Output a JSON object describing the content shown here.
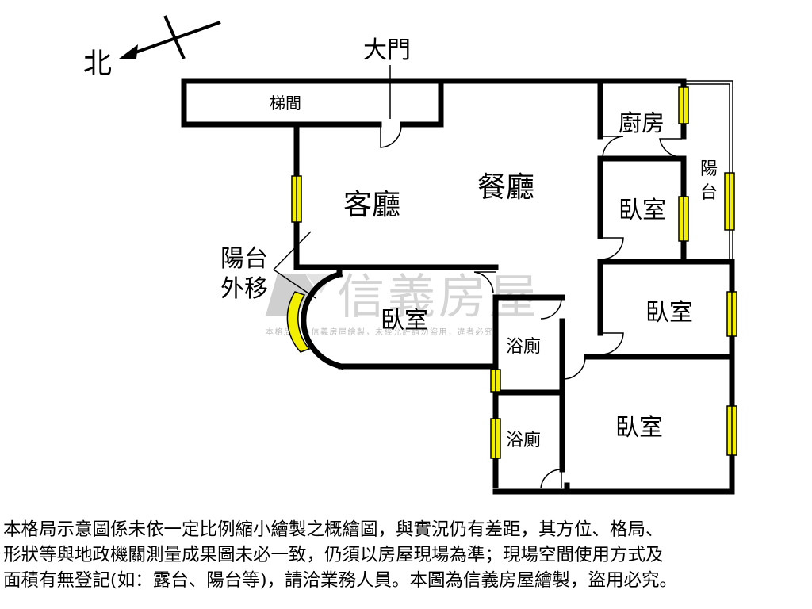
{
  "compass": {
    "label": "北"
  },
  "rooms": {
    "entrance": "大門",
    "stairwell": "梯間",
    "living_room": "客廳",
    "dining_room": "餐廳",
    "kitchen": "廚房",
    "balcony_east": "陽台",
    "balcony_moved_line1": "陽台",
    "balcony_moved_line2": "外移",
    "bedroom_north": "臥室",
    "bedroom_middle": "臥室",
    "bedroom_west": "臥室",
    "bedroom_south": "臥室",
    "bathroom_1": "浴廁",
    "bathroom_2": "浴廁"
  },
  "watermark": {
    "brand": "信義房屋",
    "notice": "本格局圖為信義房屋繪製，未經允許請勿盜用，違者必究"
  },
  "disclaimer": [
    "本格局示意圖係未依一定比例縮小繪製之概繪圖，與實況仍有差距，其方位、格局、",
    "形狀等與地政機關測量成果圖未必一致，仍須以房屋現場為準；現場空間使用方式及",
    "面積有無登記(如：露台、陽台等)，請洽業務人員。本圖為信義房屋繪製，盜用必究。"
  ],
  "colors": {
    "wall": "#000000",
    "window": "#f2f000",
    "watermark": "#d4d4d4"
  }
}
